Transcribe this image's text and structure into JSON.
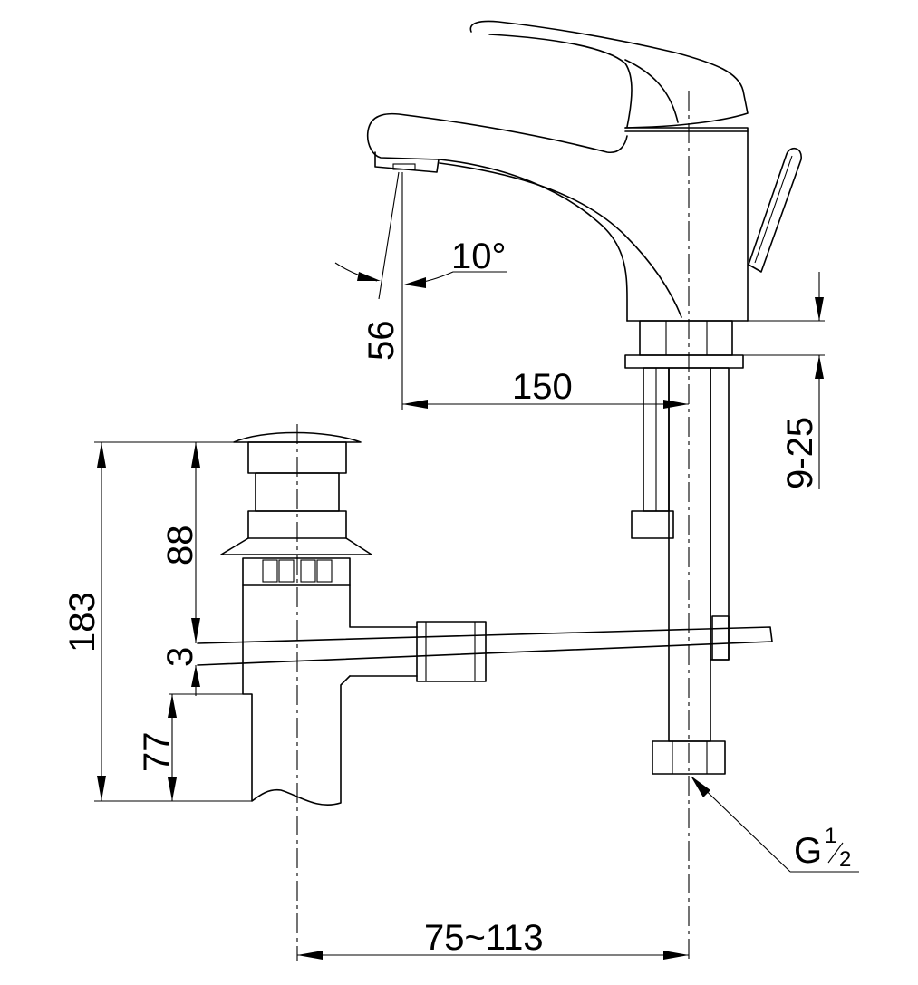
{
  "dimensions": {
    "spout_angle": "10°",
    "spout_height": "56",
    "spout_reach": "150",
    "deck_thickness": "9-25",
    "drain_overall_height": "183",
    "drain_upper_height": "88",
    "rod_offset": "3",
    "drain_tail_length": "77",
    "centre_distance": "75~113",
    "thread_letter": "G",
    "thread_num": "1",
    "thread_den": "2"
  }
}
